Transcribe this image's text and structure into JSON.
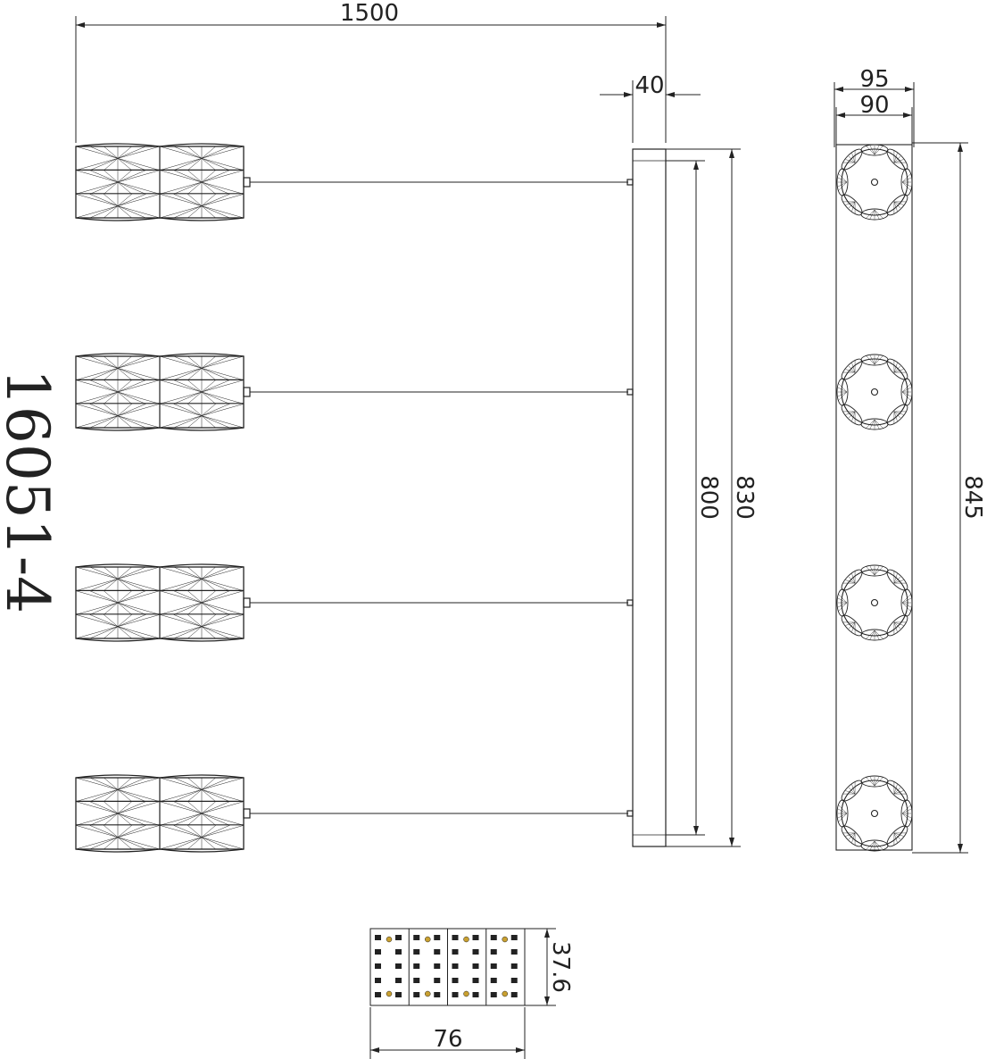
{
  "model": "16051-4",
  "dimensions": {
    "overall_length": "1500",
    "canopy_thickness": "40",
    "canopy_width_outer": "95",
    "canopy_width_inner": "90",
    "canopy_length_inner": "800",
    "canopy_length_outer": "830",
    "top_view_length": "845",
    "led_height": "37.6",
    "led_width": "76"
  },
  "views": [
    "side-elevation",
    "top-view",
    "led-module"
  ],
  "shade_count": 4,
  "colors": {
    "line": "#222222",
    "led": "#c9a030",
    "background": "#ffffff"
  }
}
